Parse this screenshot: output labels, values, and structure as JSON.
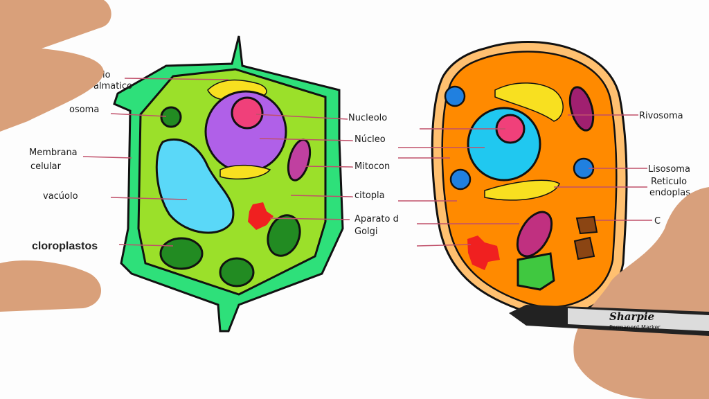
{
  "plant_cell": {
    "labels": {
      "reticulo_tail": "lo",
      "reticulo_tail2": "almatico",
      "ribosoma_partial": "osoma",
      "membrana_1": "Membrana",
      "membrana_2": "celular",
      "vacuolo": "vacúolo",
      "cloroplastos": "cloroplastos",
      "nucleolo": "Nucleolo",
      "nucleo": "Núcleo",
      "mitocondria": "Mitocon",
      "citoplasma": "citopla",
      "golgi_1": "Aparato d",
      "golgi_2": "Golgi"
    }
  },
  "animal_cell": {
    "labels": {
      "ribosoma": "Rivosoma",
      "lisosoma": "Lisosoma",
      "reticulo_1": "Reticulo",
      "reticulo_2": "endoplas",
      "partial": "C"
    }
  },
  "marker": {
    "brand": "Sharpie",
    "text": "Permanent Marker"
  },
  "colors": {
    "cell_wall": "#2ee07a",
    "plant_cyto": "#9be02a",
    "animal_cyto": "#ff8a00",
    "nucleus_plant": "#b060e8",
    "nucleus_animal": "#20c8f0",
    "nucleolus": "#f0407a"
  }
}
